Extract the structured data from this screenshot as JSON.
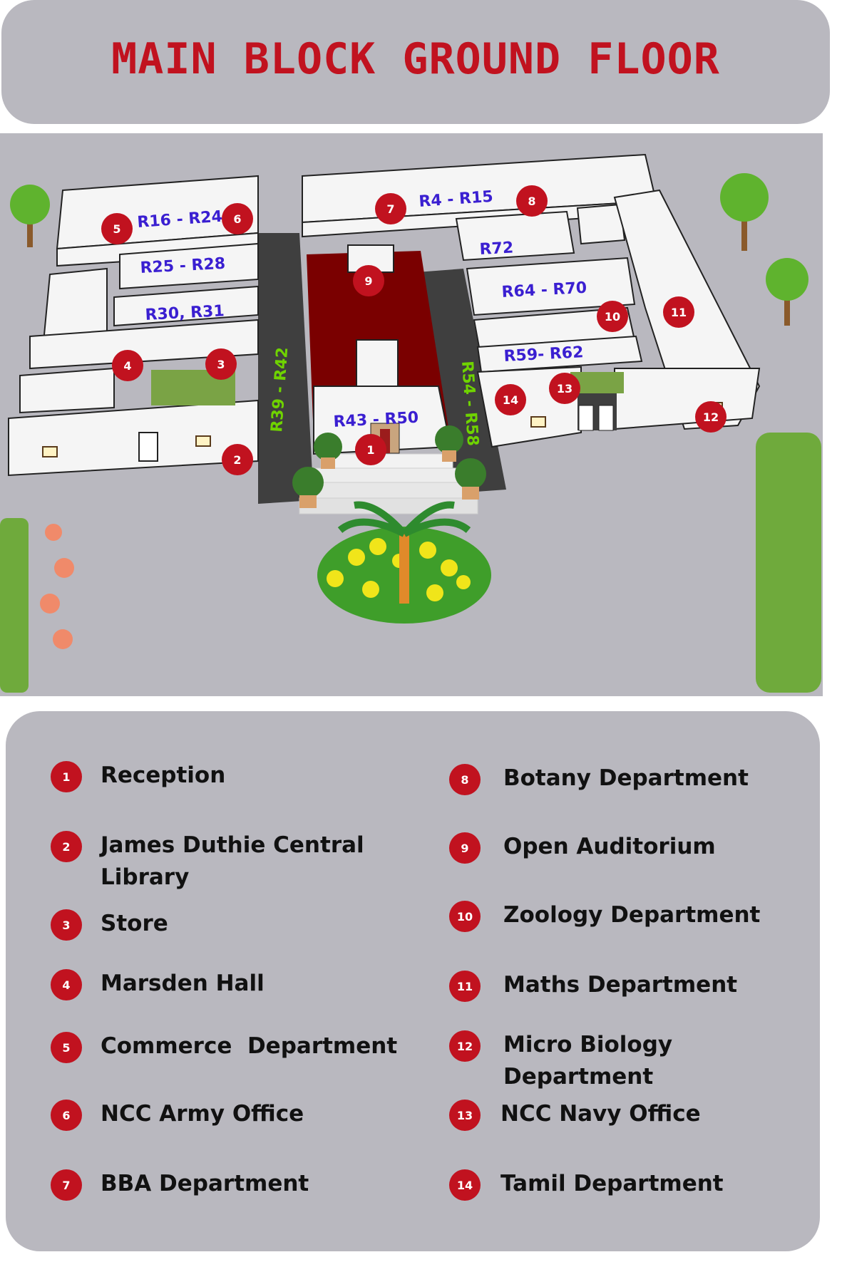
{
  "title": "MAIN BLOCK GROUND FLOOR",
  "colors": {
    "marker": "#c1121f",
    "room_label": "#3a1fd1",
    "corridor_label": "#6fd300",
    "courtyard": "#7a0000",
    "ground": "#b9b8bf"
  },
  "map": {
    "room_labels": [
      "R16 - R24",
      "R4 - R15",
      "R25 - R28",
      "R72",
      "R30, R31",
      "R64 - R70",
      "R59- R62",
      "R43 - R50"
    ],
    "corridor_labels": [
      "R39 - R42",
      "R54 - R58"
    ],
    "markers": [
      "1",
      "2",
      "3",
      "4",
      "5",
      "6",
      "7",
      "8",
      "9",
      "10",
      "11",
      "12",
      "13",
      "14"
    ]
  },
  "legend": [
    {
      "num": "1",
      "label": "Reception"
    },
    {
      "num": "2",
      "label": "James Duthie Central Library"
    },
    {
      "num": "3",
      "label": "Store"
    },
    {
      "num": "4",
      "label": "Marsden Hall"
    },
    {
      "num": "5",
      "label": "Commerce  Department"
    },
    {
      "num": "6",
      "label": "NCC Army Office"
    },
    {
      "num": "7",
      "label": "BBA Department"
    },
    {
      "num": "8",
      "label": "Botany Department"
    },
    {
      "num": "9",
      "label": "Open Auditorium"
    },
    {
      "num": "10",
      "label": "Zoology Department"
    },
    {
      "num": "11",
      "label": "Maths Department"
    },
    {
      "num": "12",
      "label": "Micro Biology Department"
    },
    {
      "num": "13",
      "label": "NCC Navy Office"
    },
    {
      "num": "14",
      "label": "Tamil Department"
    }
  ]
}
